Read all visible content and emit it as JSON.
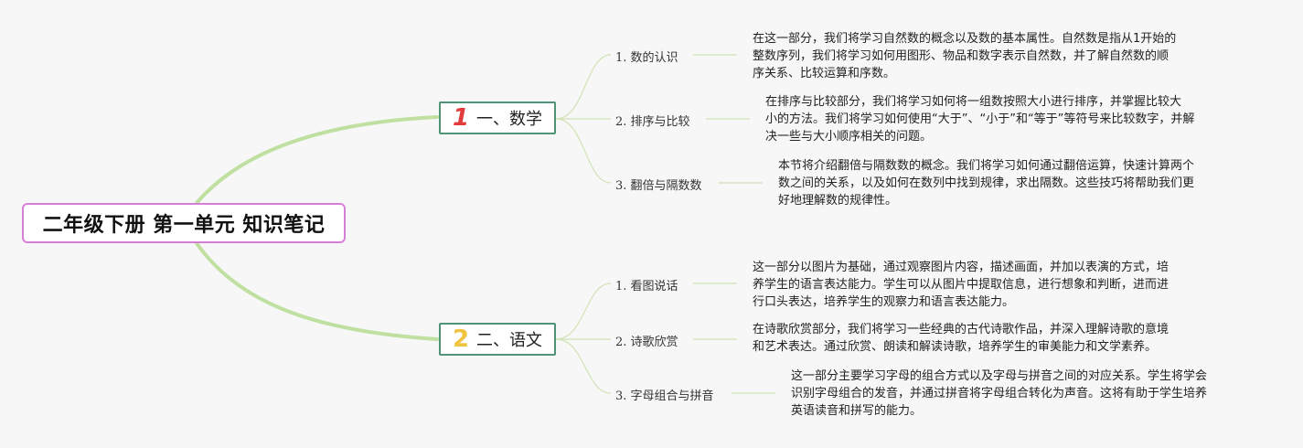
{
  "title": "二年级下册 第一单元 知识笔记",
  "branches": [
    {
      "number": "1",
      "label": "一、数学",
      "topics": [
        {
          "label": "1. 数的认识",
          "lines": [
            "在这一部分，我们将学习自然数的概念以及数的基本属性。自然数是指从1开始的",
            "整数序列，我们将学习如何用图形、物品和数字表示自然数，并了解自然数的顺",
            "序关系、比较运算和序数。"
          ]
        },
        {
          "label": "2. 排序与比较",
          "lines": [
            "在排序与比较部分，我们将学习如何将一组数按照大小进行排序，并掌握比较大",
            "小的方法。我们将学习如何使用“大于”、“小于”和“等于”等符号来比较数字，并解",
            "决一些与大小顺序相关的问题。"
          ]
        },
        {
          "label": "3. 翻倍与隔数数",
          "lines": [
            "本节将介绍翻倍与隔数数的概念。我们将学习如何通过翻倍运算，快速计算两个",
            "数之间的关系，以及如何在数列中找到规律，求出隔数。这些技巧将帮助我们更",
            "好地理解数的规律性。"
          ]
        }
      ]
    },
    {
      "number": "2",
      "label": "二、语文",
      "topics": [
        {
          "label": "1. 看图说话",
          "lines": [
            "这一部分以图片为基础，通过观察图片内容，描述画面，并加以表演的方式，培",
            "养学生的语言表达能力。学生可以从图片中提取信息，进行想象和判断，进而进",
            "行口头表达，培养学生的观察力和语言表达能力。"
          ]
        },
        {
          "label": "2. 诗歌欣赏",
          "lines": [
            "在诗歌欣赏部分，我们将学习一些经典的古代诗歌作品，并深入理解诗歌的意境",
            "和艺术表达。通过欣赏、朗读和解读诗歌，培养学生的审美能力和文学素养。"
          ]
        },
        {
          "label": "3. 字母组合与拼音",
          "lines": [
            "这一部分主要学习字母的组合方式以及字母与拼音之间的对应关系。学生将学会",
            "识别字母组合的发音，并通过拼音将字母组合转化为声音。这将有助于学生培养",
            "英语读音和拼写的能力。"
          ]
        }
      ]
    }
  ],
  "colors": {
    "root_border": "#d67fd8",
    "branch_border": "#4f9477",
    "main_link": "#bfe0a0",
    "sub_link": "#cfe3b4",
    "num1": "#e23b3b",
    "num2": "#f2c33e"
  }
}
